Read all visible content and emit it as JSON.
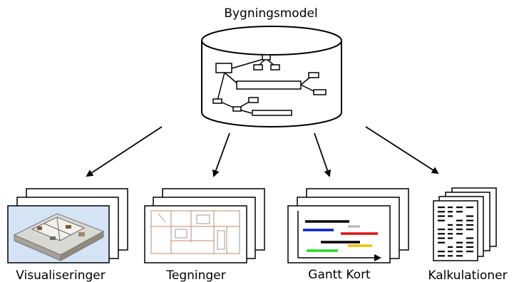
{
  "title": "Bygningsmodel",
  "outputs": [
    {
      "id": "visualiseringer",
      "label": "Visualiseringer"
    },
    {
      "id": "tegninger",
      "label": "Tegninger"
    },
    {
      "id": "gantt",
      "label": "Gantt Kort"
    },
    {
      "id": "kalkulationer",
      "label": "Kalkulationer"
    }
  ],
  "gantt_bar_colors": [
    "#000000",
    "#bbbbbb",
    "#0a1ed0",
    "#e01010",
    "#000000",
    "#f0c000",
    "#22dd22"
  ]
}
